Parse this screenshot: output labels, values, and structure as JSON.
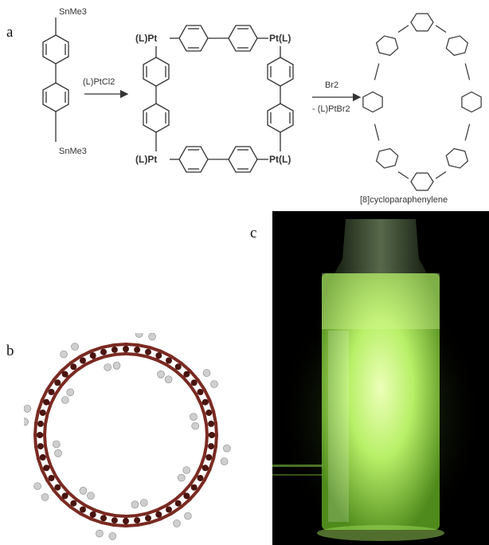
{
  "panels": {
    "a": "a",
    "b": "b",
    "c": "c"
  },
  "scheme": {
    "reactant_top": "SnMe3",
    "reactant_bottom": "SnMe3",
    "reagent_1": "(L)PtCl2",
    "pt_label_left": "(L)Pt",
    "pt_label_right": "Pt(L)",
    "reagent_2_top": "Br2",
    "reagent_2_bottom": "- (L)PtBr2",
    "product": "[8]cycloparaphenylene"
  },
  "molecule": {
    "ring_count": 8,
    "bond_color": "#7a2a22",
    "atom_color": "#4a1510",
    "hydrogen_color": "#cfcfcf"
  },
  "photo": {
    "glow_color": "#b8f068",
    "background": "#000000"
  }
}
